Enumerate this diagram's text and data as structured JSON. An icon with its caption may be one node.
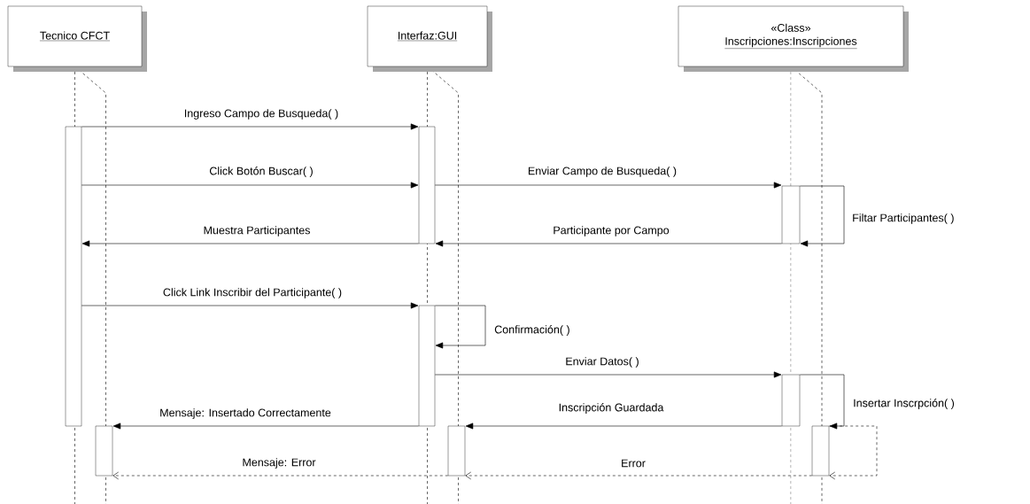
{
  "diagram": {
    "nodes": [
      {
        "text": [
          "Tecnico CFCT"
        ]
      },
      {
        "text": [
          "Interfaz:GUI"
        ]
      },
      {
        "text": [
          "«Class»",
          "Inscripciones:Inscripciones"
        ]
      },
      {
        "text": [],
        "shape": "bar"
      },
      {
        "text": [],
        "shape": "bar"
      },
      {
        "text": [],
        "shape": "bar"
      },
      {
        "text": [],
        "shape": "bar"
      },
      {
        "text": [],
        "shape": "bar"
      },
      {
        "text": [],
        "shape": "bar"
      },
      {
        "text": [],
        "shape": "bar"
      },
      {
        "text": [],
        "shape": "bar"
      }
    ],
    "edges": [
      {
        "from": 3,
        "to": 4,
        "arrow": "to",
        "label": "Ingreso Campo de Busqueda( )"
      },
      {
        "from": 3,
        "to": 4,
        "arrow": "to",
        "label": "Click Botón Buscar( )"
      },
      {
        "from": 4,
        "to": 5,
        "arrow": "to",
        "label": "Enviar Campo de Busqueda( )"
      },
      {
        "from": 5,
        "to": 5,
        "arrow": "to",
        "label": "Filtar Participantes( )"
      },
      {
        "from": 5,
        "to": 4,
        "arrow": "to",
        "label": "Participante por Campo"
      },
      {
        "from": 4,
        "to": 3,
        "arrow": "to",
        "label": "Muestra Participantes"
      },
      {
        "from": 3,
        "to": 6,
        "arrow": "to",
        "label": "Click Link Inscribir del Participante( )"
      },
      {
        "from": 6,
        "to": 6,
        "arrow": "to",
        "label": "Confirmación( )"
      },
      {
        "from": 6,
        "to": 7,
        "arrow": "to",
        "label": "Enviar Datos( )"
      },
      {
        "from": 7,
        "to": 10,
        "arrow": "to",
        "label": "Insertar Inscrpción( )"
      },
      {
        "from": 7,
        "to": 9,
        "arrow": "to",
        "label": "Inscripción Guardada"
      },
      {
        "from": 6,
        "to": 8,
        "arrow": "to",
        "label": "Mensaje: Insertado Correctamente"
      },
      {
        "from": 10,
        "to": 10,
        "arrow": "to",
        "style": "dashed"
      },
      {
        "from": 10,
        "to": 9,
        "arrow": "to",
        "style": "dashed",
        "label": "Error"
      },
      {
        "from": 9,
        "to": 8,
        "arrow": "to",
        "style": "dashed",
        "label": "Mensaje: Error"
      }
    ]
  }
}
